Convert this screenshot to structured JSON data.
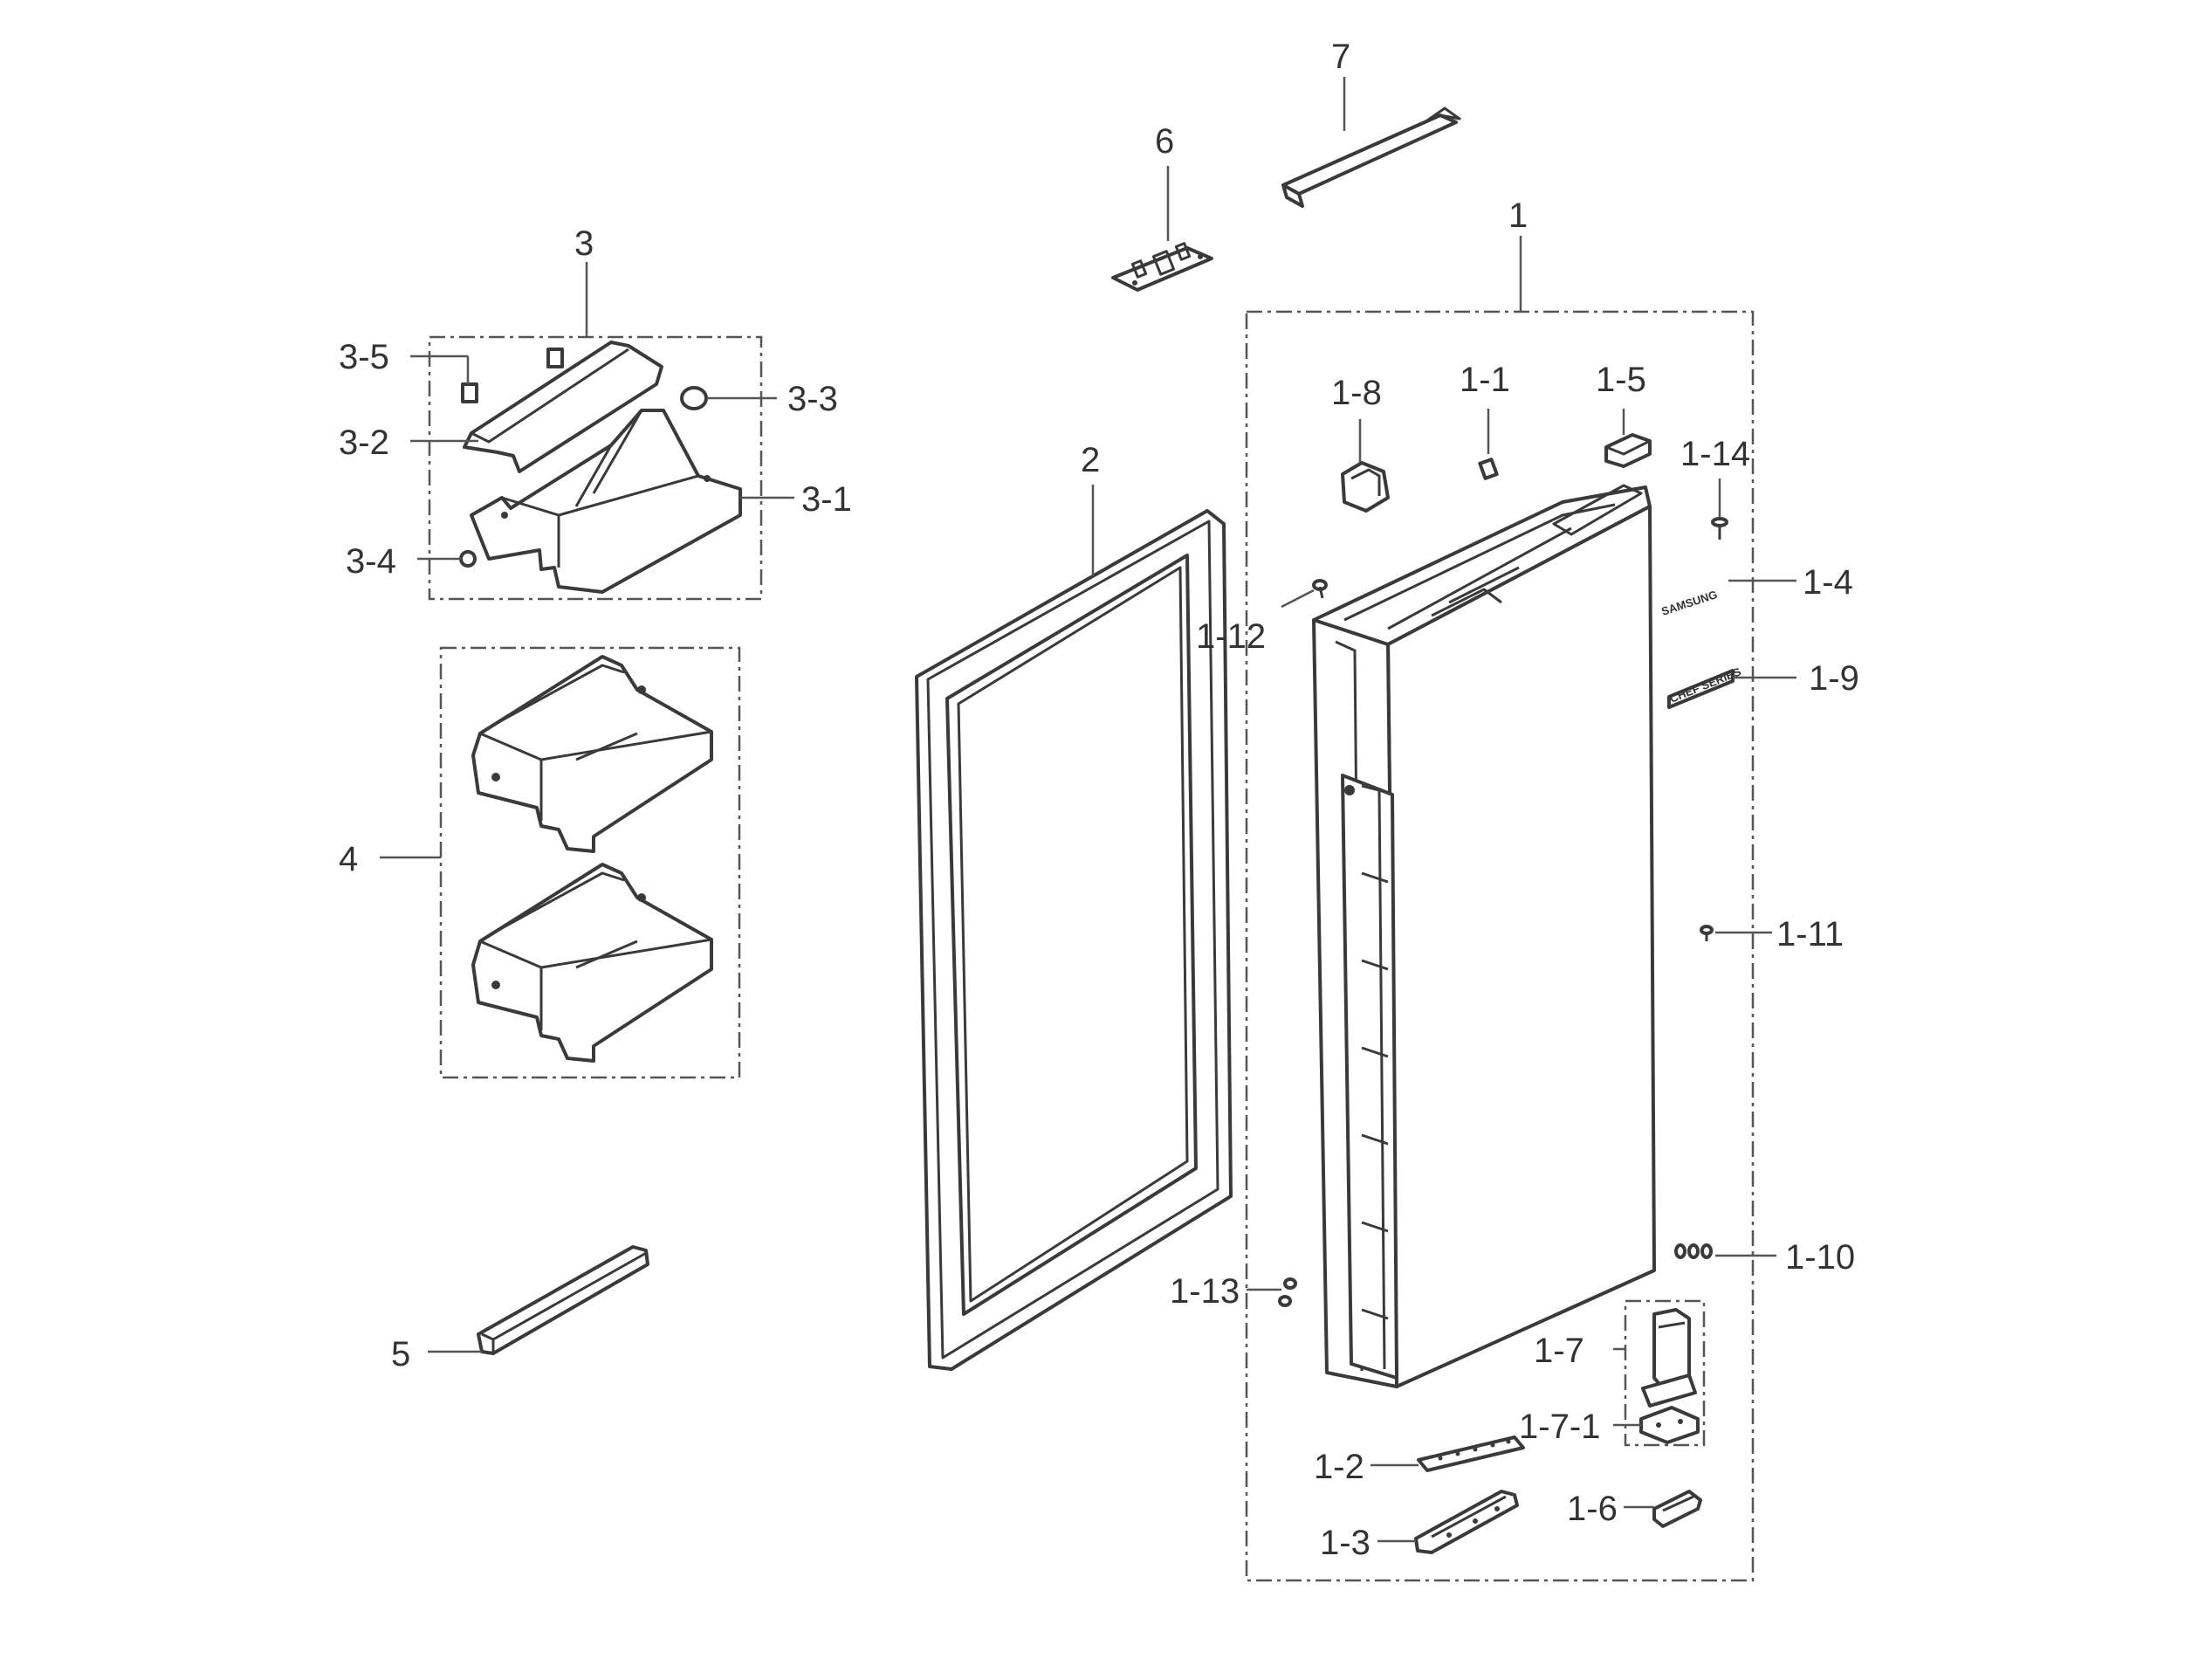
{
  "labels": {
    "l7": "7",
    "l6": "6",
    "l1": "1",
    "l3": "3",
    "l3_5": "3-5",
    "l3_3": "3-3",
    "l3_2": "3-2",
    "l3_1": "3-1",
    "l3_4": "3-4",
    "l2": "2",
    "l1_8": "1-8",
    "l1_1": "1-1",
    "l1_5": "1-5",
    "l1_14": "1-14",
    "l1_4": "1-4",
    "l1_12": "1-12",
    "l1_9": "1-9",
    "l4": "4",
    "l1_11": "1-11",
    "l1_10": "1-10",
    "l1_13": "1-13",
    "l5": "5",
    "l1_7": "1-7",
    "l1_7_1": "1-7-1",
    "l1_2": "1-2",
    "l1_6": "1-6",
    "l1_3": "1-3"
  },
  "badges": {
    "brand": "SAMSUNG",
    "chef": "CHEF SERIES"
  }
}
